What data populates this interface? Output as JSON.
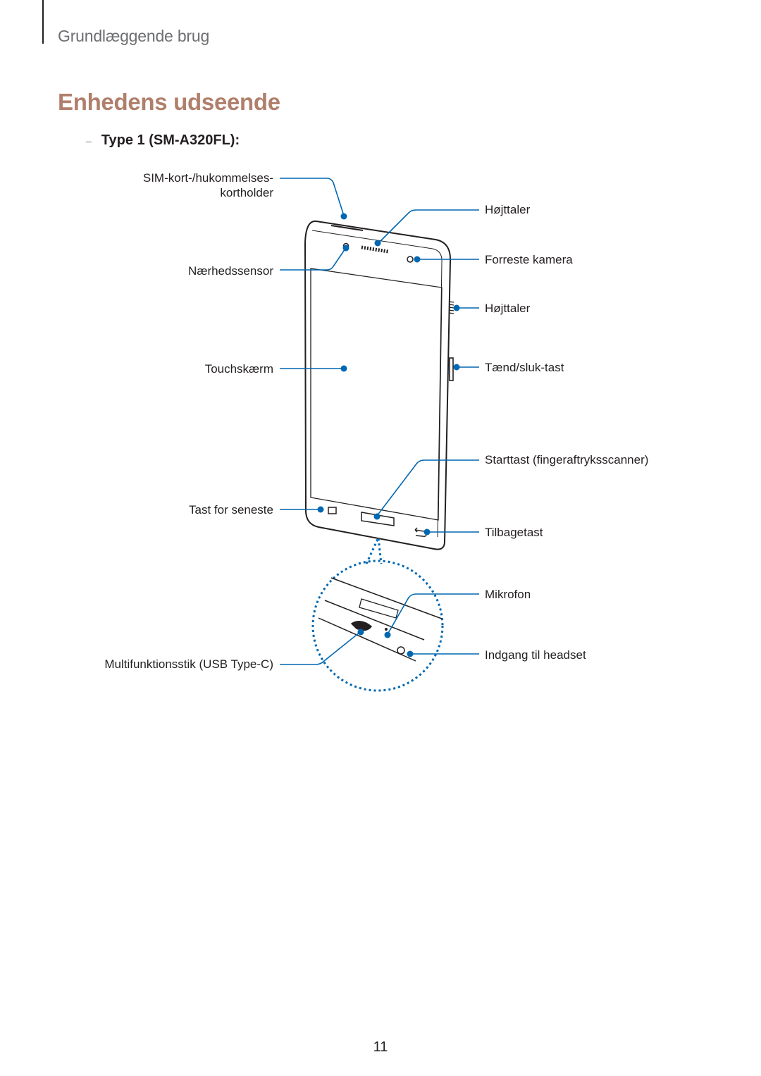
{
  "header": {
    "section": "Grundlæggende brug"
  },
  "title": "Enhedens udseende",
  "subheading": {
    "dash": "–",
    "text": "Type 1 (SM-A320FL):"
  },
  "labels": {
    "sim_tray_line1": "SIM-kort-/hukommelses-",
    "sim_tray_line2": "kortholder",
    "proximity_sensor": "Nærhedssensor",
    "touchscreen": "Touchskærm",
    "recent_apps_key": "Tast for seneste",
    "multipurpose_jack": "Multifunktionsstik (USB Type-C)",
    "speaker_top": "Højttaler",
    "front_camera": "Forreste kamera",
    "speaker_side": "Højttaler",
    "power_key": "Tænd/sluk-tast",
    "home_key": "Starttast (fingeraftryksscanner)",
    "back_key": "Tilbagetast",
    "microphone": "Mikrofon",
    "earphone_jack": "Indgang til headset"
  },
  "colors": {
    "callout": "#0067b1",
    "title": "#b07f6b",
    "outline": "#231f20"
  },
  "page_number": "11"
}
